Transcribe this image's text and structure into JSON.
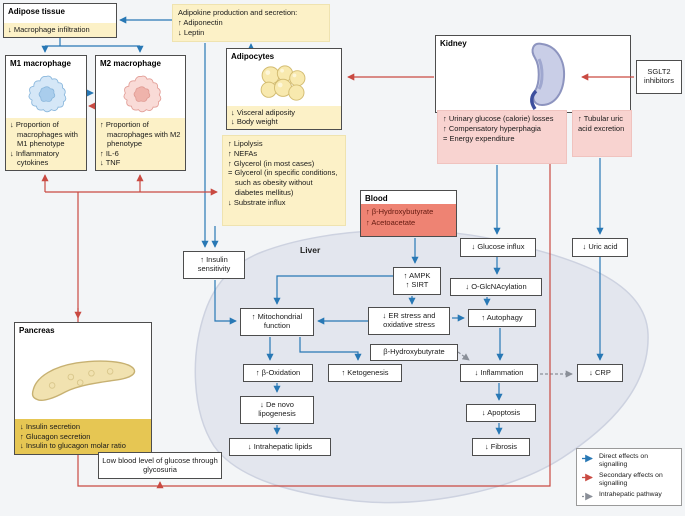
{
  "colors": {
    "background": "#f3f5f7",
    "direct_arrow_blue": "#2878b5",
    "secondary_arrow_red": "#c94a42",
    "intrahepatic_arrow_gray": "#8a8f98",
    "highlight_yellow": "#fcf1c7",
    "highlight_pink": "#f8d3d0",
    "blood_salmon": "#ee8373",
    "pancreas_gold": "#e6c653",
    "liver_fill": "#e3e6ee"
  },
  "icons": {
    "m1": "m1-macrophage-cell-icon",
    "m2": "m2-macrophage-cell-icon",
    "adipocytes": "adipocyte-cluster-icon",
    "kidney": "kidney-icon",
    "pancreas": "pancreas-icon",
    "liver": "liver-silhouette"
  },
  "adipose": {
    "title": "Adipose tissue",
    "effect": "↓ Macrophage infiltration"
  },
  "adipokine": {
    "l1": "Adipokine production and secretion:",
    "l2": "↑ Adiponectin",
    "l3": "↓ Leptin"
  },
  "m1": {
    "title": "M1 macrophage",
    "e1": "↓ Proportion of macrophages with M1 phenotype",
    "e2": "↓ Inflammatory cytokines"
  },
  "m2": {
    "title": "M2 macrophage",
    "e1": "↑ Proportion of macrophages with M2 phenotype",
    "e2": "↑ IL-6",
    "e3": "↓ TNF"
  },
  "adipocytes": {
    "title": "Adipocytes",
    "e1": "↓ Visceral adiposity",
    "e2": "↓ Body weight"
  },
  "lipolysis": {
    "l1": "↑ Lipolysis",
    "l2": "↑ NEFAs",
    "l3": "↑ Glycerol (in most cases)",
    "l4": "= Glycerol (in specific conditions, such as obesity without diabetes mellitus)",
    "l5": "↓ Substrate influx"
  },
  "kidney": {
    "title": "Kidney"
  },
  "sglt2": {
    "label": "SGLT2 inhibitors"
  },
  "urinary": {
    "l1": "↑ Urinary glucose (calorie) losses",
    "l2": "↑ Compensatory hyperphagia",
    "l3": "= Energy expenditure"
  },
  "tubular": {
    "label": "↑ Tubular uric acid excretion"
  },
  "blood": {
    "title": "Blood",
    "l1": "↑ β-Hydroxybutyrate",
    "l2": "↑ Acetoacetate"
  },
  "mid": {
    "glucose_influx": "↓ Glucose influx",
    "uric_acid": "↓ Uric acid",
    "insulin_sensitivity": "↑ Insulin sensitivity"
  },
  "liver": {
    "title": "Liver",
    "ampk": "↑ AMPK",
    "sirt": "↑ SIRT",
    "oglcnac": "↓ O-GlcNAcylation",
    "mito": "↑ Mitochondrial function",
    "er": "↓ ER stress and oxidative stress",
    "autophagy": "↑ Autophagy",
    "bohb": "β-Hydroxybutyrate",
    "beta_oxidation": "↑ β-Oxidation",
    "ketogenesis": "↑ Ketogenesis",
    "inflammation": "↓ Inflammation",
    "crp": "↓ CRP",
    "de_novo": "↓ De novo lipogenesis",
    "apoptosis": "↓ Apoptosis",
    "intrahepatic_lipids": "↓ Intrahepatic lipids",
    "fibrosis": "↓ Fibrosis"
  },
  "pancreas": {
    "title": "Pancreas",
    "e1": "↓ Insulin secretion",
    "e2": "↑ Glucagon secretion",
    "e3": "↓ Insulin to glucagon molar ratio"
  },
  "glycosuria": {
    "label": "Low blood level of glucose through glycosuria"
  },
  "legend": {
    "direct": "Direct effects on signalling",
    "secondary": "Secondary effects on signalling",
    "intrahepatic": "Intrahepatic pathway"
  }
}
